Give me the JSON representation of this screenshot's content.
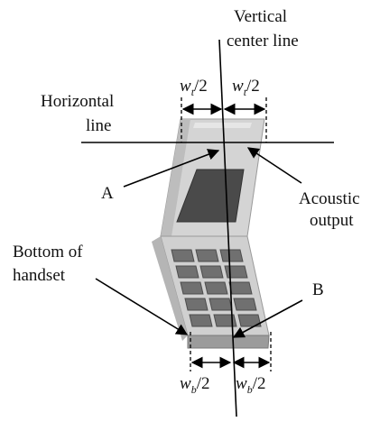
{
  "labels": {
    "vertical_line_1": "Vertical",
    "vertical_line_2": "center line",
    "horizontal_line_1": "Horizontal",
    "horizontal_line_2": "line",
    "point_a": "A",
    "point_b": "B",
    "acoustic_1": "Acoustic",
    "acoustic_2": "output",
    "bottom_1": "Bottom of",
    "bottom_2": "handset"
  },
  "widths": {
    "top_symbol": "w",
    "top_subscript": "t",
    "bottom_symbol": "w",
    "bottom_subscript": "b",
    "divisor": "/2"
  }
}
